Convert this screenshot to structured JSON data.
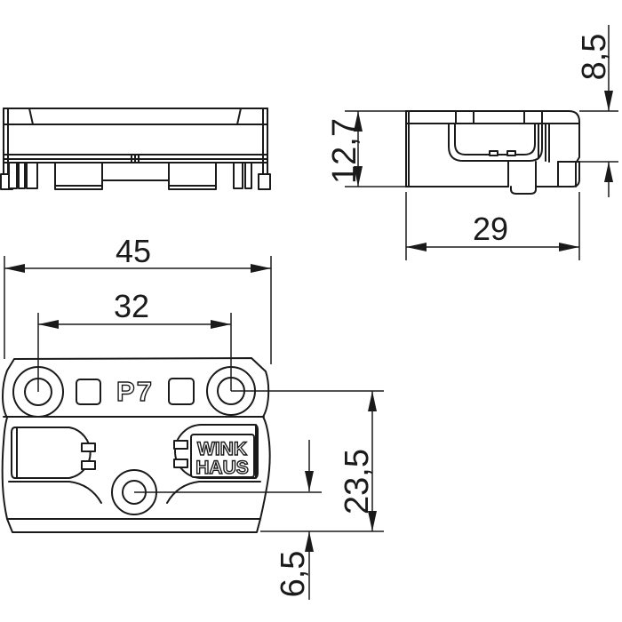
{
  "drawing": {
    "part_marking": "P7",
    "logo": {
      "line1": "WINK",
      "line2": "HAUS"
    },
    "dimensions": {
      "overall_width": "45",
      "hole_spacing": "32",
      "depth": "29",
      "side_height": "12,7",
      "step_height": "8,5",
      "hole_to_bottom_edge": "23,5",
      "bottom_hole_offset": "6,5"
    },
    "colors": {
      "line": "#1a1a1a",
      "background": "#ffffff"
    }
  }
}
